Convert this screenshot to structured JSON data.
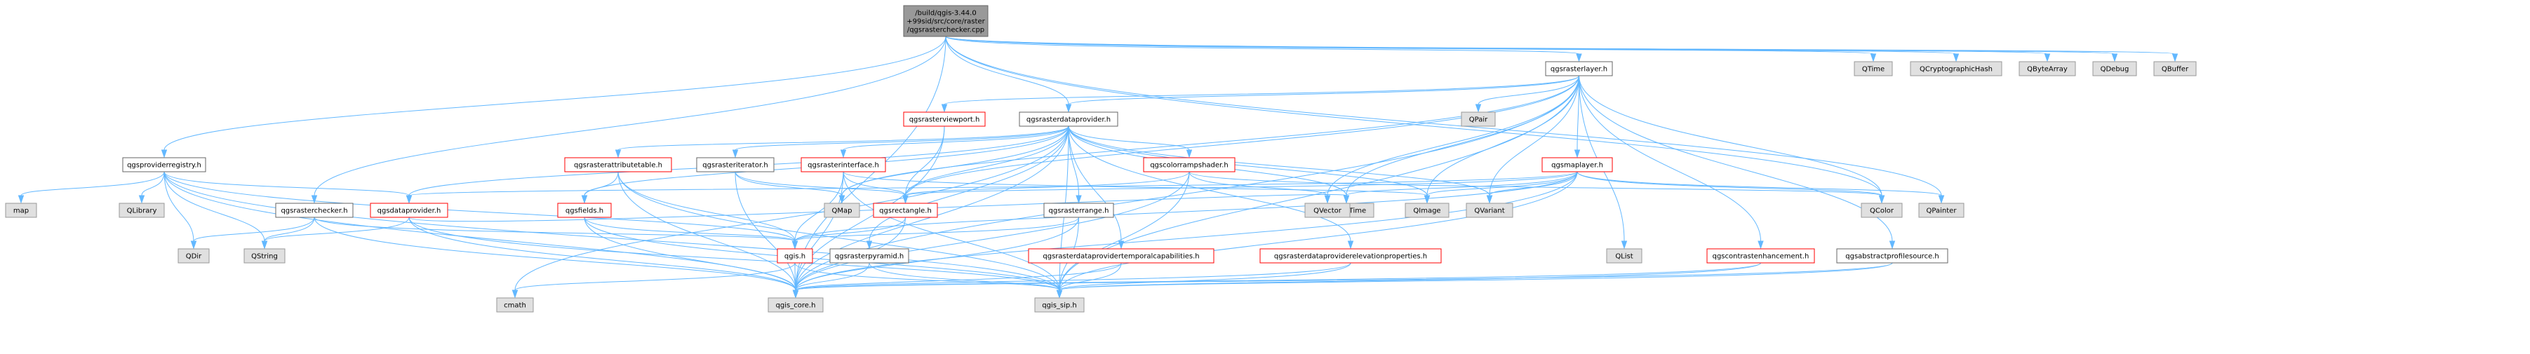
{
  "colors": {
    "edge": "#63b8ff",
    "root_fill": "#999999",
    "root_stroke": "#666666",
    "internal_fill": "#ffffff",
    "internal_stroke": "#666666",
    "incomplete_stroke": "#ff0000",
    "external_fill": "#e0e0e0",
    "external_stroke": "#999999"
  },
  "nodes": [
    {
      "id": "root",
      "kind": "root",
      "lines": [
        "/build/qgis-3.44.0",
        "+99sid/src/core/raster",
        "/qgsrasterchecker.cpp"
      ]
    },
    {
      "id": "qgsrasterlayer",
      "kind": "internal",
      "lines": [
        "qgsrasterlayer.h"
      ]
    },
    {
      "id": "qgsproviderregistry",
      "kind": "internal",
      "lines": [
        "qgsproviderregistry.h"
      ]
    },
    {
      "id": "qgsrasterviewport",
      "kind": "incomplete",
      "lines": [
        "qgsrasterviewport.h"
      ]
    },
    {
      "id": "qgsrasterdataprovider",
      "kind": "internal",
      "lines": [
        "qgsrasterdataprovider.h"
      ]
    },
    {
      "id": "qgsrasterattributetable",
      "kind": "incomplete",
      "lines": [
        "qgsrasterattributetable.h"
      ]
    },
    {
      "id": "qgsrasteriterator",
      "kind": "internal",
      "lines": [
        "qgsrasteriterator.h"
      ]
    },
    {
      "id": "qgsrasterinterface",
      "kind": "incomplete",
      "lines": [
        "qgsrasterinterface.h"
      ]
    },
    {
      "id": "qgscolorrampshader",
      "kind": "incomplete",
      "lines": [
        "qgscolorrampshader.h"
      ]
    },
    {
      "id": "qgsmaplayer",
      "kind": "incomplete",
      "lines": [
        "qgsmaplayer.h"
      ]
    },
    {
      "id": "qgsrasterchecker",
      "kind": "internal",
      "lines": [
        "qgsrasterchecker.h"
      ]
    },
    {
      "id": "qgsdataprovider",
      "kind": "incomplete",
      "lines": [
        "qgsdataprovider.h"
      ]
    },
    {
      "id": "qgsfields",
      "kind": "incomplete",
      "lines": [
        "qgsfields.h"
      ]
    },
    {
      "id": "qgsrectangle",
      "kind": "incomplete",
      "lines": [
        "qgsrectangle.h"
      ]
    },
    {
      "id": "qgsrasterrange",
      "kind": "internal",
      "lines": [
        "qgsrasterrange.h"
      ]
    },
    {
      "id": "qgsh",
      "kind": "incomplete",
      "lines": [
        "qgis.h"
      ]
    },
    {
      "id": "qgsrasterpyramid",
      "kind": "internal",
      "lines": [
        "qgsrasterpyramid.h"
      ]
    },
    {
      "id": "qgsrdptemporal",
      "kind": "incomplete",
      "lines": [
        "qgsrasterdataprovidertemporalcapabilities.h"
      ]
    },
    {
      "id": "qgsrdpelevation",
      "kind": "incomplete",
      "lines": [
        "qgsrasterdataproviderelevationproperties.h"
      ]
    },
    {
      "id": "qgscontrastenhancement",
      "kind": "incomplete",
      "lines": [
        "qgscontrastenhancement.h"
      ]
    },
    {
      "id": "qgsabstractprofilesource",
      "kind": "internal",
      "lines": [
        "qgsabstractprofilesource.h"
      ]
    },
    {
      "id": "qgis_core",
      "kind": "external",
      "lines": [
        "qgis_core.h"
      ]
    },
    {
      "id": "qgis_sip",
      "kind": "external",
      "lines": [
        "qgis_sip.h"
      ]
    },
    {
      "id": "cmath",
      "kind": "external",
      "lines": [
        "cmath"
      ]
    },
    {
      "id": "map",
      "kind": "external",
      "lines": [
        "map"
      ]
    },
    {
      "id": "QLibrary",
      "kind": "external",
      "lines": [
        "QLibrary"
      ]
    },
    {
      "id": "QDir",
      "kind": "external",
      "lines": [
        "QDir"
      ]
    },
    {
      "id": "QString",
      "kind": "external",
      "lines": [
        "QString"
      ]
    },
    {
      "id": "QMap",
      "kind": "external",
      "lines": [
        "QMap"
      ]
    },
    {
      "id": "QDateTime",
      "kind": "external",
      "lines": [
        "QDateTime"
      ]
    },
    {
      "id": "QList",
      "kind": "external",
      "lines": [
        "QList"
      ]
    },
    {
      "id": "QVector",
      "kind": "external",
      "lines": [
        "QVector"
      ]
    },
    {
      "id": "QImage",
      "kind": "external",
      "lines": [
        "QImage"
      ]
    },
    {
      "id": "QVariant",
      "kind": "external",
      "lines": [
        "QVariant"
      ]
    },
    {
      "id": "QColor",
      "kind": "external",
      "lines": [
        "QColor"
      ]
    },
    {
      "id": "QPainter",
      "kind": "external",
      "lines": [
        "QPainter"
      ]
    },
    {
      "id": "QPair",
      "kind": "external",
      "lines": [
        "QPair"
      ]
    },
    {
      "id": "QTime",
      "kind": "external",
      "lines": [
        "QTime"
      ]
    },
    {
      "id": "QCryptographicHash",
      "kind": "external",
      "lines": [
        "QCryptographicHash"
      ]
    },
    {
      "id": "QByteArray",
      "kind": "external",
      "lines": [
        "QByteArray"
      ]
    },
    {
      "id": "QDebug",
      "kind": "external",
      "lines": [
        "QDebug"
      ]
    },
    {
      "id": "QBuffer",
      "kind": "external",
      "lines": [
        "QBuffer"
      ]
    }
  ],
  "edges": [
    [
      "root",
      "qgsrasterlayer"
    ],
    [
      "root",
      "qgsproviderregistry"
    ],
    [
      "root",
      "qgsrasterdataprovider"
    ],
    [
      "root",
      "qgsrasterchecker"
    ],
    [
      "root",
      "qgis_core"
    ],
    [
      "root",
      "QColor"
    ],
    [
      "root",
      "QPainter"
    ],
    [
      "root",
      "QTime"
    ],
    [
      "root",
      "QCryptographicHash"
    ],
    [
      "root",
      "QByteArray"
    ],
    [
      "root",
      "QDebug"
    ],
    [
      "root",
      "QBuffer"
    ],
    [
      "qgsrasterlayer",
      "qgsrasterviewport"
    ],
    [
      "qgsrasterlayer",
      "qgsrasterdataprovider"
    ],
    [
      "qgsrasterlayer",
      "qgsmaplayer"
    ],
    [
      "qgsrasterlayer",
      "qgscontrastenhancement"
    ],
    [
      "qgsrasterlayer",
      "qgsabstractprofilesource"
    ],
    [
      "qgsrasterlayer",
      "qgis_core"
    ],
    [
      "qgsrasterlayer",
      "qgis_sip"
    ],
    [
      "qgsrasterlayer",
      "QColor"
    ],
    [
      "qgsrasterlayer",
      "QDateTime"
    ],
    [
      "qgsrasterlayer",
      "QList"
    ],
    [
      "qgsrasterlayer",
      "QPair"
    ],
    [
      "qgsrasterlayer",
      "QVector"
    ],
    [
      "qgsrasterlayer",
      "QImage"
    ],
    [
      "qgsrasterlayer",
      "QVariant"
    ],
    [
      "qgsrasterlayer",
      "qgsrectangle"
    ],
    [
      "qgsrasterlayer",
      "QMap"
    ],
    [
      "qgsproviderregistry",
      "map"
    ],
    [
      "qgsproviderregistry",
      "QLibrary"
    ],
    [
      "qgsproviderregistry",
      "QDir"
    ],
    [
      "qgsproviderregistry",
      "QString"
    ],
    [
      "qgsproviderregistry",
      "qgsdataprovider"
    ],
    [
      "qgsproviderregistry",
      "qgsh"
    ],
    [
      "qgsproviderregistry",
      "qgis_core"
    ],
    [
      "qgsproviderregistry",
      "qgis_sip"
    ],
    [
      "qgsrasterviewport",
      "qgsrectangle"
    ],
    [
      "qgsrasterviewport",
      "qgis_core"
    ],
    [
      "qgsrasterdataprovider",
      "qgsrasterattributetable"
    ],
    [
      "qgsrasterdataprovider",
      "qgsrasteriterator"
    ],
    [
      "qgsrasterdataprovider",
      "qgsrasterinterface"
    ],
    [
      "qgsrasterdataprovider",
      "qgscolorrampshader"
    ],
    [
      "qgsrasterdataprovider",
      "qgsdataprovider"
    ],
    [
      "qgsrasterdataprovider",
      "qgsfields"
    ],
    [
      "qgsrasterdataprovider",
      "qgsrectangle"
    ],
    [
      "qgsrasterdataprovider",
      "qgsrasterrange"
    ],
    [
      "qgsrasterdataprovider",
      "qgsrasterpyramid"
    ],
    [
      "qgsrasterdataprovider",
      "qgsrdptemporal"
    ],
    [
      "qgsrasterdataprovider",
      "qgsrdpelevation"
    ],
    [
      "qgsrasterdataprovider",
      "qgis_core"
    ],
    [
      "qgsrasterdataprovider",
      "qgis_sip"
    ],
    [
      "qgsrasterdataprovider",
      "cmath"
    ],
    [
      "qgsrasterdataprovider",
      "QDateTime"
    ],
    [
      "qgsrasterdataprovider",
      "QImage"
    ],
    [
      "qgsrasterdataprovider",
      "QVariant"
    ],
    [
      "qgsrasterdataprovider",
      "QMap"
    ],
    [
      "qgsrasterattributetable",
      "qgsfields"
    ],
    [
      "qgsrasterattributetable",
      "qgis_core"
    ],
    [
      "qgsrasterattributetable",
      "qgis_sip"
    ],
    [
      "qgsrasterattributetable",
      "qgsh"
    ],
    [
      "qgsrasteriterator",
      "qgsrectangle"
    ],
    [
      "qgsrasteriterator",
      "qgis_core"
    ],
    [
      "qgsrasteriterator",
      "QMap"
    ],
    [
      "qgsrasterinterface",
      "qgsh"
    ],
    [
      "qgsrasterinterface",
      "qgis_core"
    ],
    [
      "qgsrasterinterface",
      "qgis_sip"
    ],
    [
      "qgsrasterinterface",
      "qgsrectangle"
    ],
    [
      "qgsrasterinterface",
      "QImage"
    ],
    [
      "qgscolorrampshader",
      "QColor"
    ],
    [
      "qgscolorrampshader",
      "QVector"
    ],
    [
      "qgscolorrampshader",
      "qgis_core"
    ],
    [
      "qgscolorrampshader",
      "qgis_sip"
    ],
    [
      "qgscolorrampshader",
      "qgsrectangle"
    ],
    [
      "qgsmaplayer",
      "QColor"
    ],
    [
      "qgsmaplayer",
      "QPainter"
    ],
    [
      "qgsmaplayer",
      "QImage"
    ],
    [
      "qgsmaplayer",
      "QVariant"
    ],
    [
      "qgsmaplayer",
      "QDateTime"
    ],
    [
      "qgsmaplayer",
      "qgsdataprovider"
    ],
    [
      "qgsmaplayer",
      "qgsrectangle"
    ],
    [
      "qgsmaplayer",
      "qgis_core"
    ],
    [
      "qgsmaplayer",
      "qgis_sip"
    ],
    [
      "qgsmaplayer",
      "qgsh"
    ],
    [
      "qgsrasterchecker",
      "qgis_core"
    ],
    [
      "qgsrasterchecker",
      "QDir"
    ],
    [
      "qgsrasterchecker",
      "QString"
    ],
    [
      "qgsrasterchecker",
      "qgsh"
    ],
    [
      "qgsdataprovider",
      "QString"
    ],
    [
      "qgsdataprovider",
      "qgis_core"
    ],
    [
      "qgsdataprovider",
      "qgis_sip"
    ],
    [
      "qgsdataprovider",
      "QDateTime"
    ],
    [
      "qgsfields",
      "qgis_core"
    ],
    [
      "qgsfields",
      "qgis_sip"
    ],
    [
      "qgsfields",
      "qgsh"
    ],
    [
      "qgsrectangle",
      "qgis_core"
    ],
    [
      "qgsrectangle",
      "qgsh"
    ],
    [
      "qgsrasterrange",
      "qgis_core"
    ],
    [
      "qgsrasterrange",
      "qgis_sip"
    ],
    [
      "qgsrasterrange",
      "qgsh"
    ],
    [
      "qgsh",
      "cmath"
    ],
    [
      "qgsh",
      "qgis_core"
    ],
    [
      "qgsh",
      "qgis_sip"
    ],
    [
      "qgsrasterpyramid",
      "qgis_core"
    ],
    [
      "qgsrasterpyramid",
      "qgis_sip"
    ],
    [
      "qgsrdptemporal",
      "qgis_core"
    ],
    [
      "qgsrdptemporal",
      "qgis_sip"
    ],
    [
      "qgsrdpelevation",
      "qgis_core"
    ],
    [
      "qgsrdpelevation",
      "qgis_sip"
    ],
    [
      "qgscontrastenhancement",
      "qgis_core"
    ],
    [
      "qgscontrastenhancement",
      "qgis_sip"
    ],
    [
      "qgsabstractprofilesource",
      "qgis_core"
    ],
    [
      "qgsabstractprofilesource",
      "qgis_sip"
    ]
  ]
}
